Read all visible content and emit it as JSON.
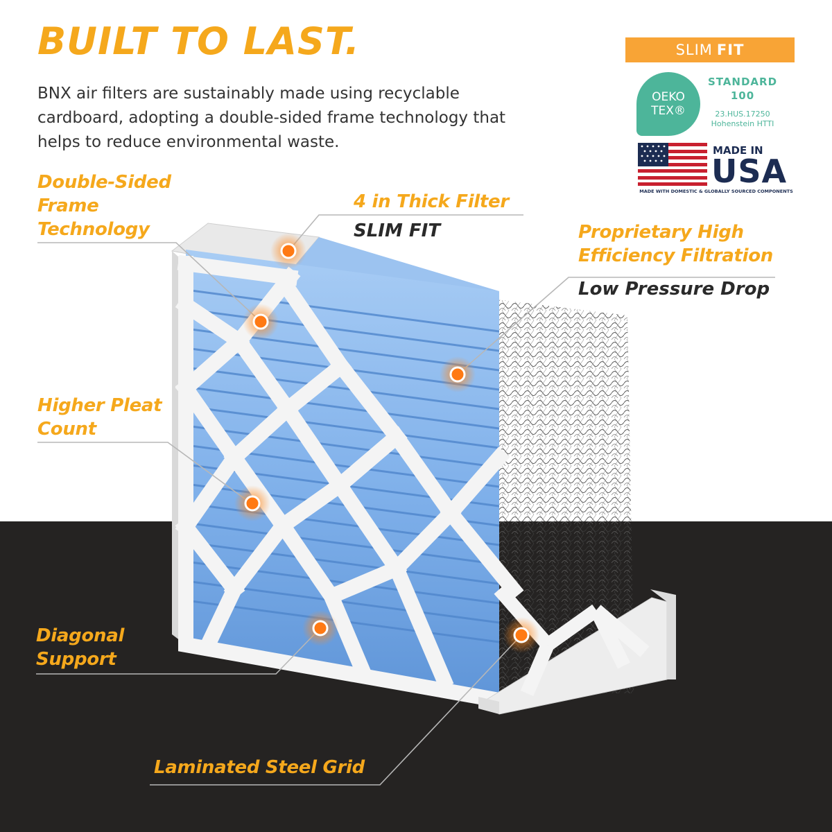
{
  "headline": "BUILT TO LAST.",
  "intro": "BNX air filters are sustainably made using recyclable cardboard, adopting a double-sided frame technology that helps to reduce environmental waste.",
  "badges": {
    "slim": "SLIM",
    "fit": "FIT",
    "oeko_line1": "OEKO",
    "oeko_line2": "TEX®",
    "standard": "STANDARD",
    "standard_num": "100",
    "cert_code": "23.HUS.17250",
    "cert_inst": "Hohenstein HTTI",
    "made_in": "MADE IN",
    "usa": "USA",
    "usa_fine": "MADE WITH DOMESTIC & GLOBALLY SOURCED COMPONENTS"
  },
  "callouts": {
    "frame": [
      "Double-Sided",
      "Frame",
      "Technology"
    ],
    "thick": "4 in Thick Filter",
    "thick_sub": "SLIM FIT",
    "efficiency": [
      "Proprietary High",
      "Efficiency Filtration"
    ],
    "efficiency_sub": "Low Pressure Drop",
    "pleat": [
      "Higher Pleat",
      "Count"
    ],
    "diagonal": [
      "Diagonal",
      "Support"
    ],
    "grid": "Laminated Steel Grid"
  },
  "colors": {
    "accent": "#f5a81c",
    "dark_band": "#252322",
    "filter_blue": "#8fb8ea",
    "oeko_green": "#4db59a",
    "usa_navy": "#1c2c52"
  }
}
